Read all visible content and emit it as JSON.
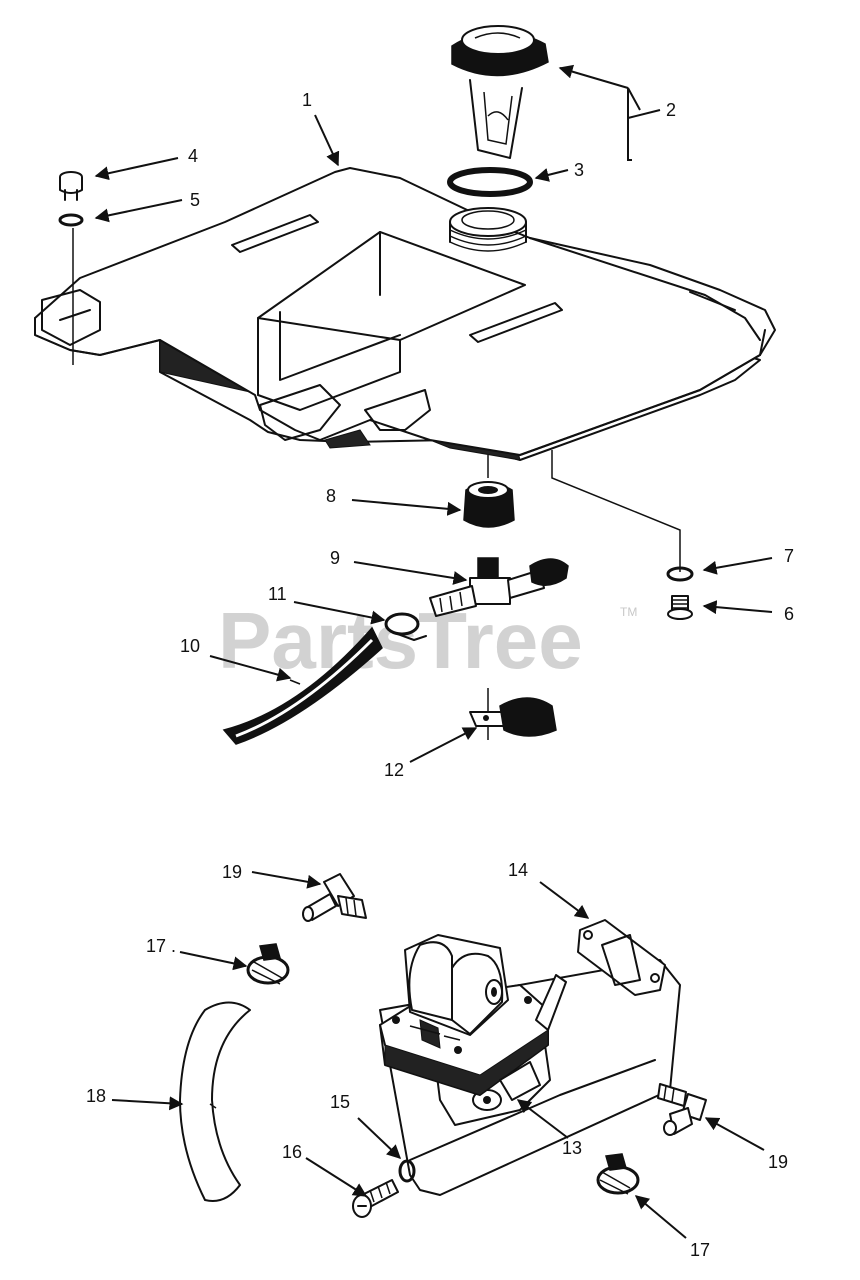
{
  "watermark": {
    "text": "PartsTree",
    "trademark": "TM"
  },
  "callouts": [
    {
      "id": "c1",
      "number": "1"
    },
    {
      "id": "c2",
      "number": "2"
    },
    {
      "id": "c3",
      "number": "3"
    },
    {
      "id": "c4",
      "number": "4"
    },
    {
      "id": "c5",
      "number": "5"
    },
    {
      "id": "c6",
      "number": "6"
    },
    {
      "id": "c7",
      "number": "7"
    },
    {
      "id": "c8",
      "number": "8"
    },
    {
      "id": "c9",
      "number": "9"
    },
    {
      "id": "c10",
      "number": "10"
    },
    {
      "id": "c11",
      "number": "11"
    },
    {
      "id": "c12",
      "number": "12"
    },
    {
      "id": "c13",
      "number": "13"
    },
    {
      "id": "c14",
      "number": "14"
    },
    {
      "id": "c15",
      "number": "15"
    },
    {
      "id": "c16",
      "number": "16"
    },
    {
      "id": "c17a",
      "number": "17 ."
    },
    {
      "id": "c17b",
      "number": "17"
    },
    {
      "id": "c18",
      "number": "18"
    },
    {
      "id": "c19a",
      "number": "19"
    },
    {
      "id": "c19b",
      "number": "19"
    }
  ]
}
